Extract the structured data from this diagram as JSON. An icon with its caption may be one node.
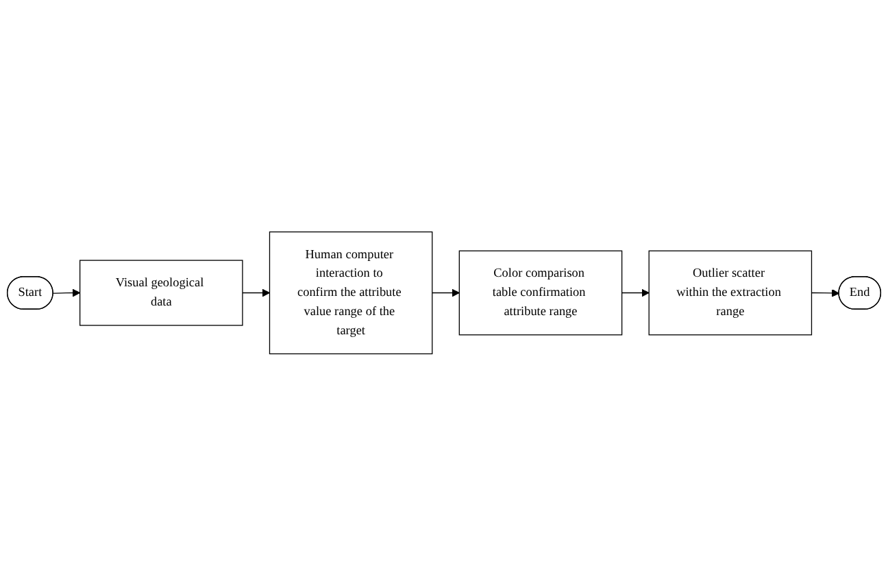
{
  "diagram": {
    "nodes": [
      {
        "text": [
          "Start"
        ]
      },
      {
        "text": [
          "Visual geological data"
        ]
      },
      {
        "text": [
          "Human computer interaction to confirm the attribute value range of the target"
        ]
      },
      {
        "text": [
          "Color comparison table confirmation attribute range"
        ]
      },
      {
        "text": [
          "Outlier scatter within the extraction range"
        ]
      },
      {
        "text": [
          "End"
        ]
      }
    ],
    "edges": [
      {
        "from": 0,
        "to": 1,
        "arrow": "to"
      },
      {
        "from": 1,
        "to": 2,
        "arrow": "to"
      },
      {
        "from": 2,
        "to": 3,
        "arrow": "to"
      },
      {
        "from": 3,
        "to": 4,
        "arrow": "to"
      },
      {
        "from": 4,
        "to": 5,
        "arrow": "to"
      }
    ]
  }
}
